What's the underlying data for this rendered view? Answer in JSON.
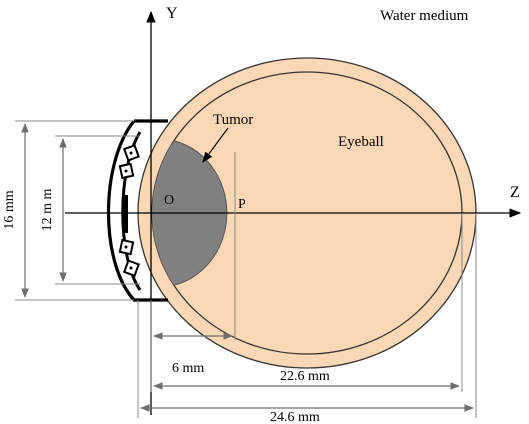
{
  "labels": {
    "medium": "Water medium",
    "y_axis": "Y",
    "z_axis": "Z",
    "tumor": "Tumor",
    "eyeball": "Eyeball",
    "origin": "O",
    "point_p": "P"
  },
  "dimensions": {
    "plaque_outer": "16 mm",
    "plaque_inner": "12 m m",
    "tumor_height": "6 mm",
    "inner_diameter": "22.6 mm",
    "outer_diameter": "24.6 mm"
  },
  "colors": {
    "eyeball_fill": "#fad7b5",
    "tumor_fill": "#808080",
    "outline": "#333333",
    "plaque": "#000000"
  }
}
